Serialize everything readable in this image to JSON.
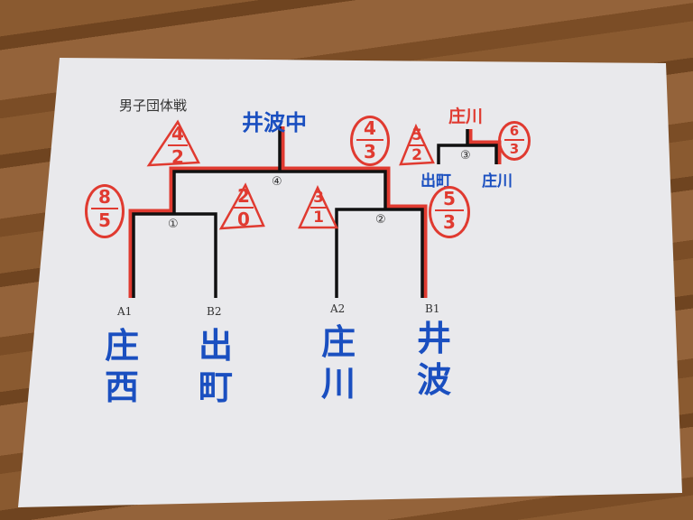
{
  "title": "男子団体戦",
  "winner": "井波中",
  "matches": [
    {
      "id": "①",
      "score_a": {
        "top": "8",
        "bottom": "5",
        "shape": "circle"
      },
      "score_b": {
        "top": "2",
        "bottom": "0",
        "shape": "triangle"
      }
    },
    {
      "id": "②",
      "score_a": {
        "top": "3",
        "bottom": "1",
        "shape": "triangle"
      },
      "score_b": {
        "top": "5",
        "bottom": "3",
        "shape": "circle"
      }
    },
    {
      "id": "③",
      "left": "出町",
      "right": "庄川",
      "winner": "庄川",
      "score_a": {
        "top": "5",
        "bottom": "2",
        "shape": "triangle"
      },
      "score_b": {
        "top": "6",
        "bottom": "3",
        "shape": "circle"
      }
    },
    {
      "id": "④",
      "score_a": {
        "top": "4",
        "bottom": "2",
        "shape": "triangle"
      },
      "score_b": {
        "top": "4",
        "bottom": "3",
        "shape": "circle"
      }
    }
  ],
  "teams": [
    {
      "seed": "A1",
      "name_1": "庄",
      "name_2": "西"
    },
    {
      "seed": "B2",
      "name_1": "出",
      "name_2": "町"
    },
    {
      "seed": "A2",
      "name_1": "庄",
      "name_2": "川"
    },
    {
      "seed": "B1",
      "name_1": "井",
      "name_2": "波"
    }
  ],
  "colors": {
    "winner_line": "#e03a30",
    "team_text": "#1a4fc0",
    "line": "#111111"
  }
}
